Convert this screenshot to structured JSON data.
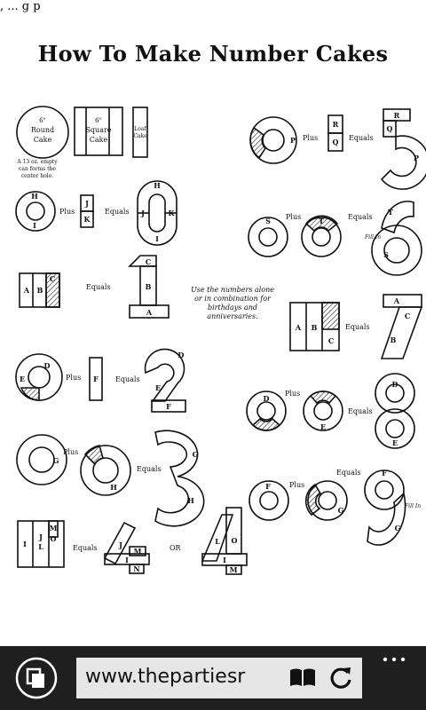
{
  "status_bar": {
    "text": ", ... g p"
  },
  "document": {
    "title": "How To Make Number Cakes",
    "pans": {
      "round": [
        "6\"",
        "Round",
        "Cake"
      ],
      "square": [
        "6\"",
        "Square",
        "Cake"
      ],
      "loaf": [
        "Loaf",
        "Cake"
      ],
      "can_note": [
        "A 13 oz. empty",
        "can forms the",
        "center hole."
      ]
    },
    "words": {
      "plus": "Plus",
      "equals": "Equals",
      "or": "OR",
      "fill_in": "Fill In"
    },
    "note": [
      "Use the numbers alone",
      "or in combination for",
      "birthdays and",
      "anniversaries."
    ],
    "letters": [
      "A",
      "B",
      "C",
      "D",
      "E",
      "F",
      "G",
      "H",
      "I",
      "J",
      "K",
      "L",
      "M",
      "N",
      "O",
      "P",
      "Q",
      "R",
      "S",
      "T"
    ]
  },
  "browser": {
    "url": "www.thepartiesr",
    "icons": [
      "tabs-icon",
      "reading-view-icon",
      "refresh-icon",
      "more-icon"
    ],
    "colors": {
      "appbar": "#1f1f1f",
      "address": "#e6e6e6"
    }
  }
}
